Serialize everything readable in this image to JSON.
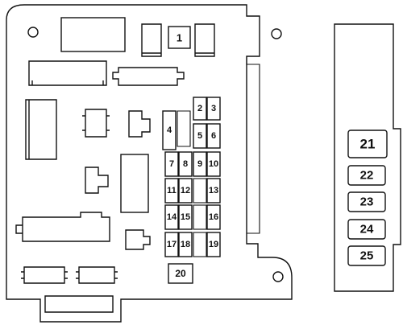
{
  "fuse_labels": {
    "f1": "1",
    "f2": "2",
    "f3": "3",
    "f4": "4",
    "f5": "5",
    "f6": "6",
    "f7": "7",
    "f8": "8",
    "f9": "9",
    "f10": "10",
    "f11": "11",
    "f12": "12",
    "f13": "13",
    "f14": "14",
    "f15": "15",
    "f16": "16",
    "f17": "17",
    "f18": "18",
    "f19": "19",
    "f20": "20",
    "f21": "21",
    "f22": "22",
    "f23": "23",
    "f24": "24",
    "f25": "25"
  }
}
